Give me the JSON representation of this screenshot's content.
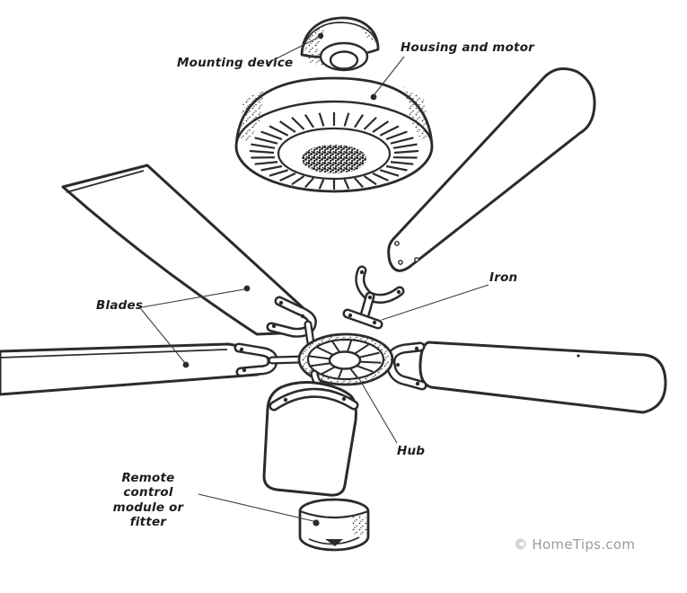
{
  "diagram": {
    "labels": {
      "mounting_device": "Mounting device",
      "housing_and_motor": "Housing and motor",
      "blades": "Blades",
      "iron": "Iron",
      "hub": "Hub",
      "remote_line1": "Remote control",
      "remote_line2": "module or fitter"
    },
    "watermark": "© HomeTips.com",
    "colors": {
      "ink": "#2b2b2b",
      "leader": "#3c3c3c",
      "watermark-color": "#9a9a9a",
      "background": "#ffffff"
    }
  }
}
